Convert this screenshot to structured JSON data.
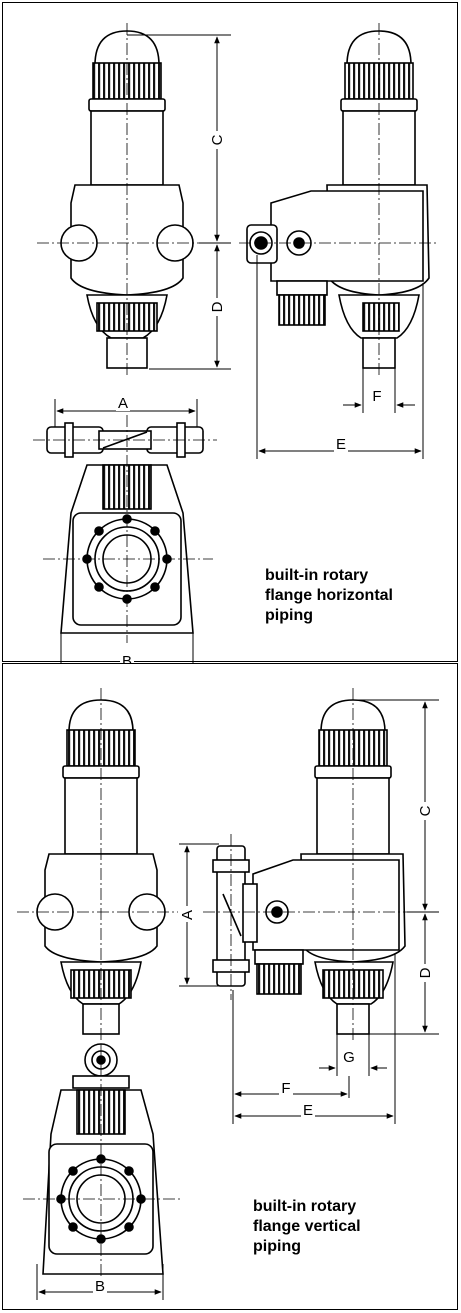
{
  "top": {
    "labels": {
      "A": "A",
      "B": "B",
      "C": "C",
      "D": "D",
      "E": "E",
      "F": "F"
    },
    "caption": [
      "built-in rotary",
      "flange horizontal",
      "piping"
    ]
  },
  "bottom": {
    "labels": {
      "A": "A",
      "B": "B",
      "C": "C",
      "D": "D",
      "E": "E",
      "F": "F",
      "G": "G"
    },
    "caption": [
      "built-in rotary",
      "flange vertical",
      "piping"
    ]
  }
}
